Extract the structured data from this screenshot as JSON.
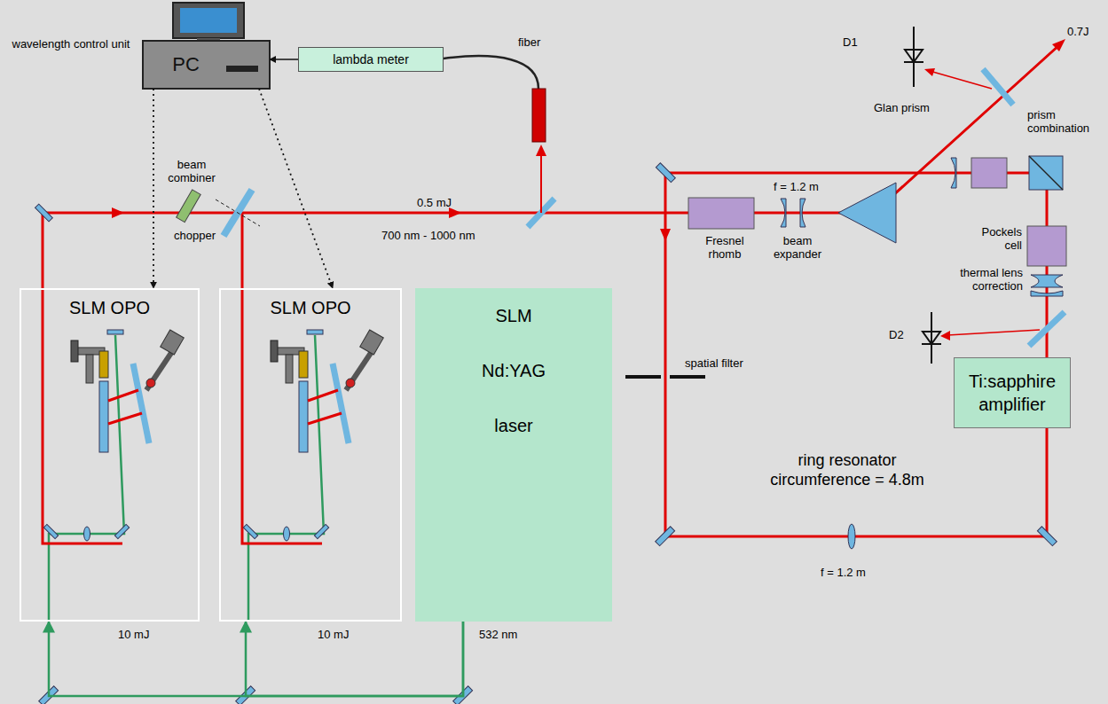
{
  "diagram": {
    "nodes": [
      {
        "text": [
          "PC"
        ]
      },
      {
        "text": [
          "lambda meter"
        ]
      },
      {
        "text": [
          "SLM OPO"
        ]
      },
      {
        "text": [
          "SLM OPO"
        ]
      },
      {
        "text": [
          "SLM Nd:YAG laser"
        ]
      },
      {
        "text": [
          "Ti:sapphire amplifier"
        ]
      }
    ],
    "edges": [
      {
        "from": 1,
        "to": 0,
        "arrow": "to"
      },
      {
        "from": 0,
        "to": 2,
        "arrow": "to"
      },
      {
        "from": 0,
        "to": 3,
        "arrow": "to"
      },
      {
        "from": 4,
        "to": 3,
        "arrow": "to"
      },
      {
        "from": 4,
        "to": 2,
        "arrow": "to"
      }
    ],
    "labels": [
      "wavelength control unit",
      "beam combiner",
      "chopper",
      "fiber",
      "0.5 mJ",
      "700 nm - 1000 nm",
      "10 mJ",
      "10 mJ",
      "532 nm",
      "D1",
      "0.7J",
      "Glan prism",
      "prism combination",
      "f = 1.2 m",
      "Fresnel rhomb",
      "beam expander",
      "Pockels cell",
      "thermal lens correction",
      "D2",
      "spatial filter",
      "ring resonator circumference = 4.8m",
      "f = 1.2 m"
    ]
  }
}
